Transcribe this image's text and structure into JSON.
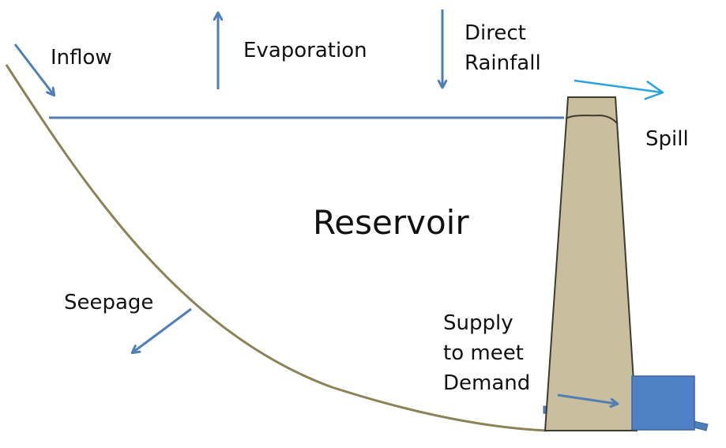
{
  "labels": {
    "inflow": "Inflow",
    "evaporation": "Evaporation",
    "direct_rainfall": [
      "Direct",
      "Rainfall"
    ],
    "spill": "Spill",
    "reservoir": "Reservoir",
    "seepage": "Seepage",
    "supply": [
      "Supply",
      "to meet",
      "Demand"
    ]
  },
  "colors": {
    "arrow_blue": "#4f7fb6",
    "spill_arrow": "#2aa3e0",
    "ground_line": "#8b8256",
    "dam_fill": "#c9be9e",
    "dam_stroke": "#3c3c2e",
    "outlet_box": "#4f81c7"
  }
}
